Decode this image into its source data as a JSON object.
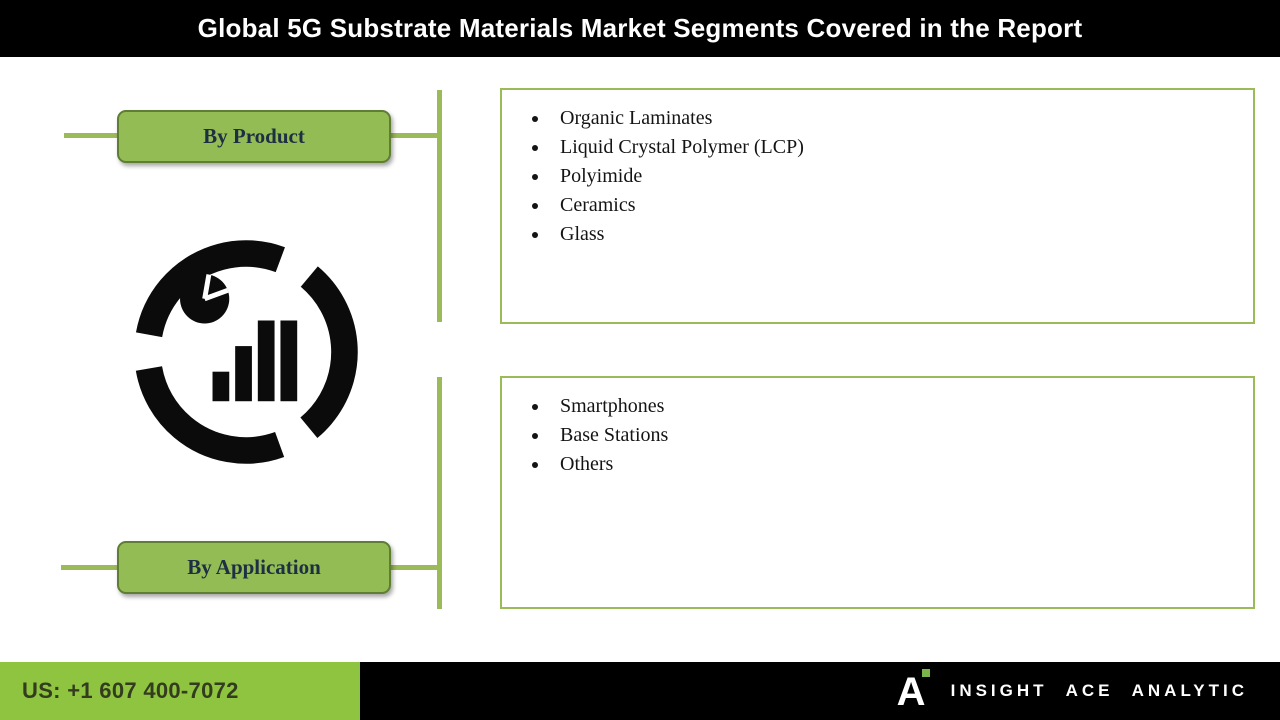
{
  "header": {
    "title": "Global 5G Substrate Materials Market Segments Covered in the Report"
  },
  "segments": [
    {
      "label": "By Product",
      "items": [
        "Organic Laminates",
        "Liquid Crystal Polymer (LCP)",
        "Polyimide",
        "Ceramics",
        "Glass"
      ]
    },
    {
      "label": "By Application",
      "items": [
        "Smartphones",
        "Base Stations",
        "Others"
      ]
    }
  ],
  "footer": {
    "phone": "US: +1 607 400-7072",
    "brand": "INSIGHT ACE ANALYTIC",
    "logo_letter": "A"
  },
  "icons": {
    "center": "pie-and-bar-chart-icon",
    "logo": "insight-ace-logo"
  },
  "colors": {
    "header_black": "#000000",
    "pill_green": "#94bc55",
    "line_green": "#9bbb59",
    "footer_green": "#8ec440",
    "logo_dot_green": "#7ab648",
    "icon_black": "#0b0b0b"
  }
}
